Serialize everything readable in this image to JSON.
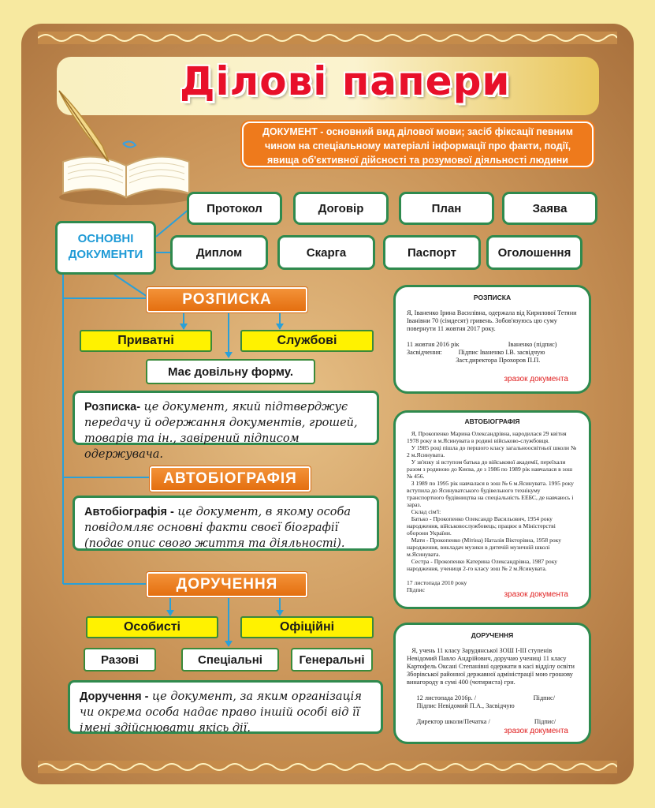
{
  "title": "Ділові папери",
  "definition": "ДОКУМЕНТ - основний вид ділової мови; засіб фіксації певним чином на спеціальному матеріалі інформації про факти, події, явища об'єктивної дійсності та розумової діяльності людини",
  "main_docs": {
    "label_line1": "ОСНОВНІ",
    "label_line2": "ДОКУМЕНТИ",
    "row1": [
      "Протокол",
      "Договір",
      "План",
      "Заява"
    ],
    "row2": [
      "Диплом",
      "Скарга",
      "Паспорт",
      "Оголошення"
    ]
  },
  "rozpyska": {
    "head": "РОЗПИСКА",
    "type_left": "Приватні",
    "type_right": "Службові",
    "form": "Має довільну форму.",
    "desc_term": "Розписка-",
    "desc_text": " це документ, який підтверджує передачу й одержання документів, грошей, товарів та ін., завірений підписом одержувача."
  },
  "autobio": {
    "head": "АВТОБІОГРАФІЯ",
    "desc_term": "Автобіографія -",
    "desc_text": " це документ, в якому особа повідомляє основні факти своєї біографії (подає опис свого життя та діяльності)."
  },
  "doruchennia": {
    "head": "ДОРУЧЕННЯ",
    "type_left": "Особисті",
    "type_right": "Офіційні",
    "kinds": [
      "Разові",
      "Спеціальні",
      "Генеральні"
    ],
    "desc_term": "Доручення -",
    "desc_text": " це документ, за яким організація чи окрема особа надає право іншій особі від її імені здійснювати якісь дії."
  },
  "samples": {
    "sample_label": "зразок документа",
    "rozpyska": {
      "title": "РОЗПИСКА",
      "text": "Я, Іваненко Ірина Василівна, одержала від Кирилової Тетяни Іванівни 70 (сімдесят) гривень. Зобов'язуюсь цю суму повернути 11 жовтня 2017 року.\n\n11 жовтня 2016 рік                              Іваненко (підпис)\nЗасвідчення:          Підпис Іваненко І.В. засвідчую\n                              Заст.директора Прохоров П.П."
    },
    "autobio": {
      "title": "АВТОБІОГРАФІЯ",
      "text": "   Я, Прокопенко Марина Олександрівна, народилася 29 квітня 1978 року в м.Ясинувата в родині військово-службовця.\n   У 1985 році пішла до першого класу загальноосвітньої школи № 2 м.Ясинувата.\n   У зв'язку зі вступом батька до військової академії, переїхали разом з родиною до Києва, де з 1986 по 1989 рік навчалася в зош № 456.\n   З 1989 по 1995 рік навчалася в зош № 6 м.Ясинувата. 1995 року вступила до Ясинуватського будівельного технікуму транспортного будівництва на спеціальність ЕЕБС, де навчаюсь і зараз.\n   Склад сім'ї:\n   Батько - Прокопенко Олександр Васильович, 1954 року народження, військовослужбовець; працює в Міністерстві оборони України.\n   Мати - Прокопенко (Мітіна) Наталія Вікторівна, 1958 року народження, викладач музики в дитячій музичній школі м.Ясинувата.\n   Сестра - Прокопенко Катерина Олександрівна, 1987 року народження, учениця 2-го класу зош № 2 м.Ясинувата.\n\n17 листопада 2010 року\nПідпис"
    },
    "doruchennia": {
      "title": "ДОРУЧЕННЯ",
      "text": "   Я, учень 11 класу Зарудянської ЗОШ І-ІІІ ступенів Невідомий Павло Андрійович, доручаю учениці 11 класу Картофель Оксані Степанівні одержати в касі відділу освіти Зборівської районної державної адміністрації мою грошову винагороду в сумі 400 (чотириста) грн.\n\n      12 листопада 2016р. /                                   Підпис/\n      Підпис Невідомий П.А., Засвідчую\n\n      Директор школи/Печатка /                           Підпис/"
    }
  },
  "colors": {
    "title": "#e8102a",
    "accent_orange": "#ee7a1c",
    "border_green": "#2f8a4e",
    "label_blue": "#1e9ad6",
    "yellow": "#fff200"
  }
}
